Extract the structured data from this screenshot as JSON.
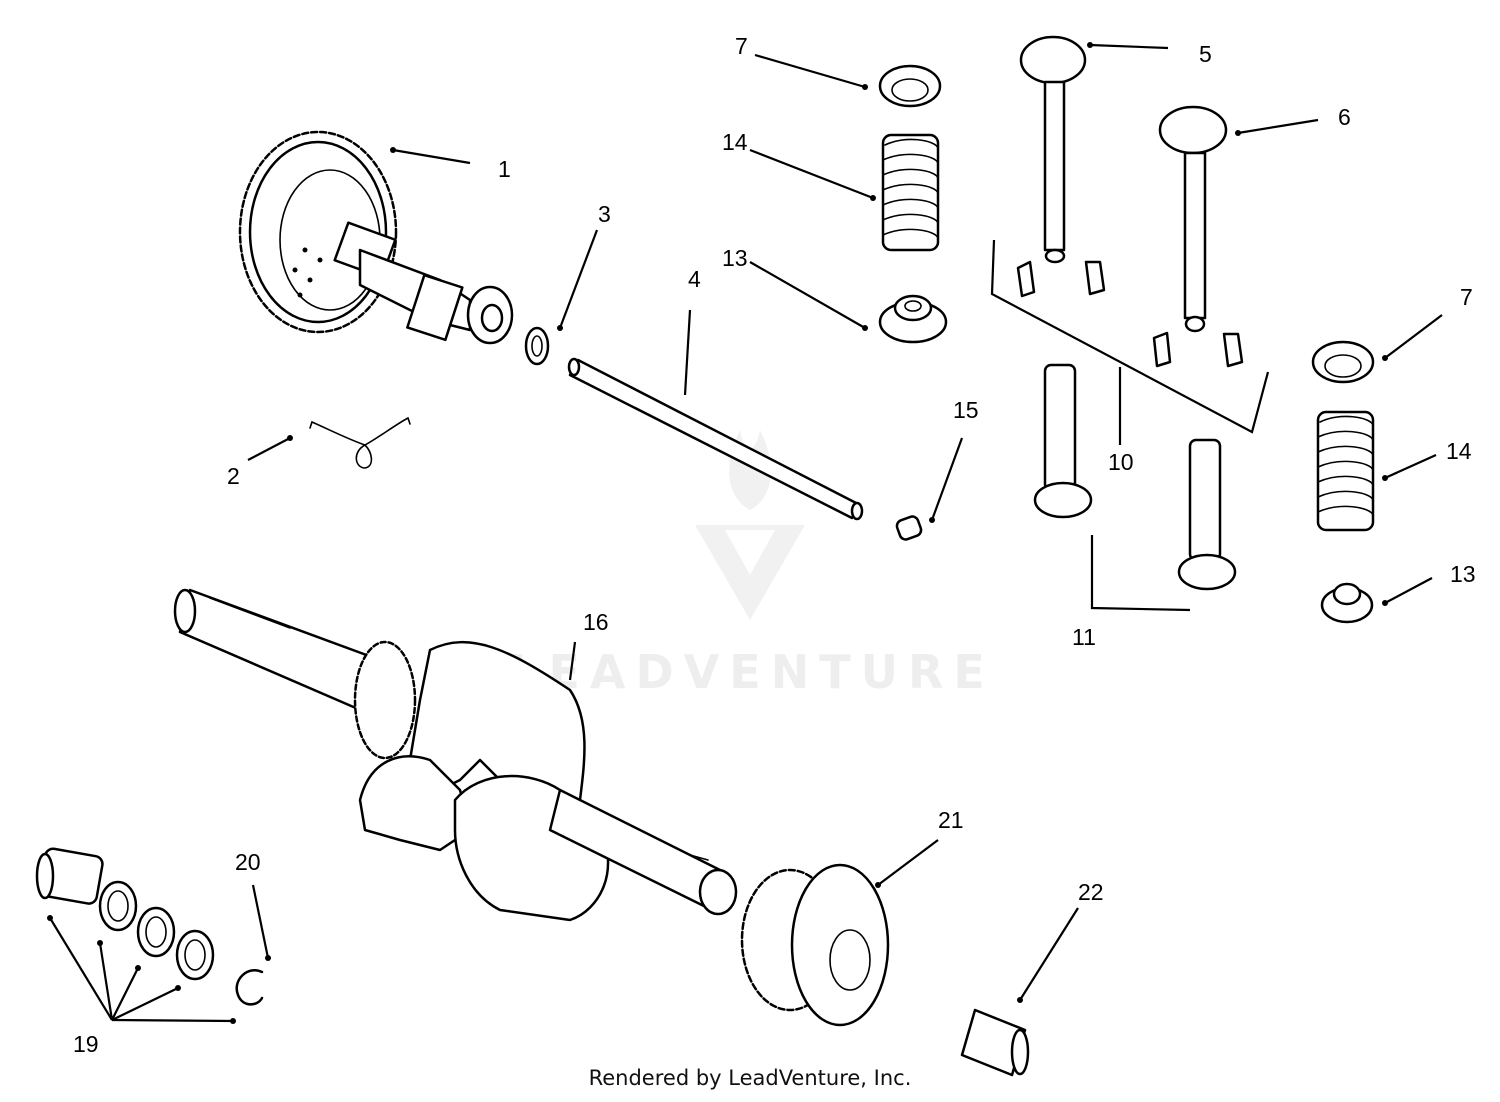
{
  "diagram": {
    "callouts": {
      "c1": "1",
      "c2": "2",
      "c3": "3",
      "c4": "4",
      "c5": "5",
      "c6": "6",
      "c7a": "7",
      "c7b": "7",
      "c10": "10",
      "c11": "11",
      "c13a": "13",
      "c13b": "13",
      "c14a": "14",
      "c14b": "14",
      "c15": "15",
      "c16": "16",
      "c19": "19",
      "c20": "20",
      "c21": "21",
      "c22": "22"
    },
    "watermark": "LEADVENTURE"
  },
  "footer": {
    "text": "Rendered by LeadVenture, Inc."
  }
}
